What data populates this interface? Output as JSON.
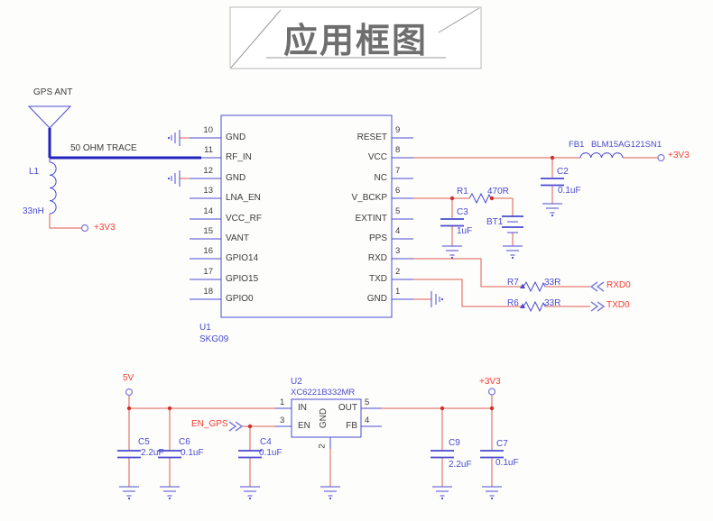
{
  "title": "应用框图",
  "colors": {
    "wire_red": "#e05a52",
    "symbol_blue": "#4a4ad0",
    "net_label_red": "#fa3c30",
    "text_dark": "#3b3b3b",
    "rf_trace_blue": "#2222c0",
    "title_gray": "#6e6e6e"
  },
  "annotations": {
    "gps_ant": "GPS ANT",
    "trace": "50 OHM TRACE"
  },
  "nets": {
    "v3v3": "+3V3",
    "v5": "5V",
    "rxd0": "RXD0",
    "txd0": "TXD0",
    "en_gps": "EN_GPS"
  },
  "u1": {
    "ref": "U1",
    "part": "SKG09",
    "left_pins": [
      {
        "num": "10",
        "name": "GND"
      },
      {
        "num": "11",
        "name": "RF_IN"
      },
      {
        "num": "12",
        "name": "GND"
      },
      {
        "num": "13",
        "name": "LNA_EN"
      },
      {
        "num": "14",
        "name": "VCC_RF"
      },
      {
        "num": "15",
        "name": "VANT"
      },
      {
        "num": "16",
        "name": "GPIO14"
      },
      {
        "num": "17",
        "name": "GPIO15"
      },
      {
        "num": "18",
        "name": "GPIO0"
      }
    ],
    "right_pins": [
      {
        "num": "9",
        "name": "RESET"
      },
      {
        "num": "8",
        "name": "VCC"
      },
      {
        "num": "7",
        "name": "NC"
      },
      {
        "num": "6",
        "name": "V_BCKP"
      },
      {
        "num": "5",
        "name": "EXTINT"
      },
      {
        "num": "4",
        "name": "PPS"
      },
      {
        "num": "3",
        "name": "RXD"
      },
      {
        "num": "2",
        "name": "TXD"
      },
      {
        "num": "1",
        "name": "GND"
      }
    ]
  },
  "u2": {
    "ref": "U2",
    "part": "XC6221B332MR",
    "pin_in": {
      "num": "1",
      "name": "IN"
    },
    "pin_en": {
      "num": "3",
      "name": "EN"
    },
    "pin_out": {
      "num": "5",
      "name": "OUT"
    },
    "pin_fb": {
      "num": "4",
      "name": "FB"
    },
    "pin_gnd": {
      "num": "2",
      "name": "GND"
    }
  },
  "l1": {
    "ref": "L1",
    "value": "33nH"
  },
  "fb1": {
    "ref": "FB1",
    "value": "BLM15AG121SN1"
  },
  "r1": {
    "ref": "R1",
    "value": "470R"
  },
  "r6": {
    "ref": "R6",
    "value": "33R"
  },
  "r7": {
    "ref": "R7",
    "value": "33R"
  },
  "bt1": {
    "ref": "BT1"
  },
  "c2": {
    "ref": "C2",
    "value": "0.1uF"
  },
  "c3": {
    "ref": "C3",
    "value": "1uF"
  },
  "c4": {
    "ref": "C4",
    "value": "0.1uF"
  },
  "c5": {
    "ref": "C5",
    "value": "2.2uF"
  },
  "c6": {
    "ref": "C6",
    "value": "0.1uF"
  },
  "c7": {
    "ref": "C7",
    "value": "0.1uF"
  },
  "c9": {
    "ref": "C9",
    "value": "2.2uF"
  }
}
